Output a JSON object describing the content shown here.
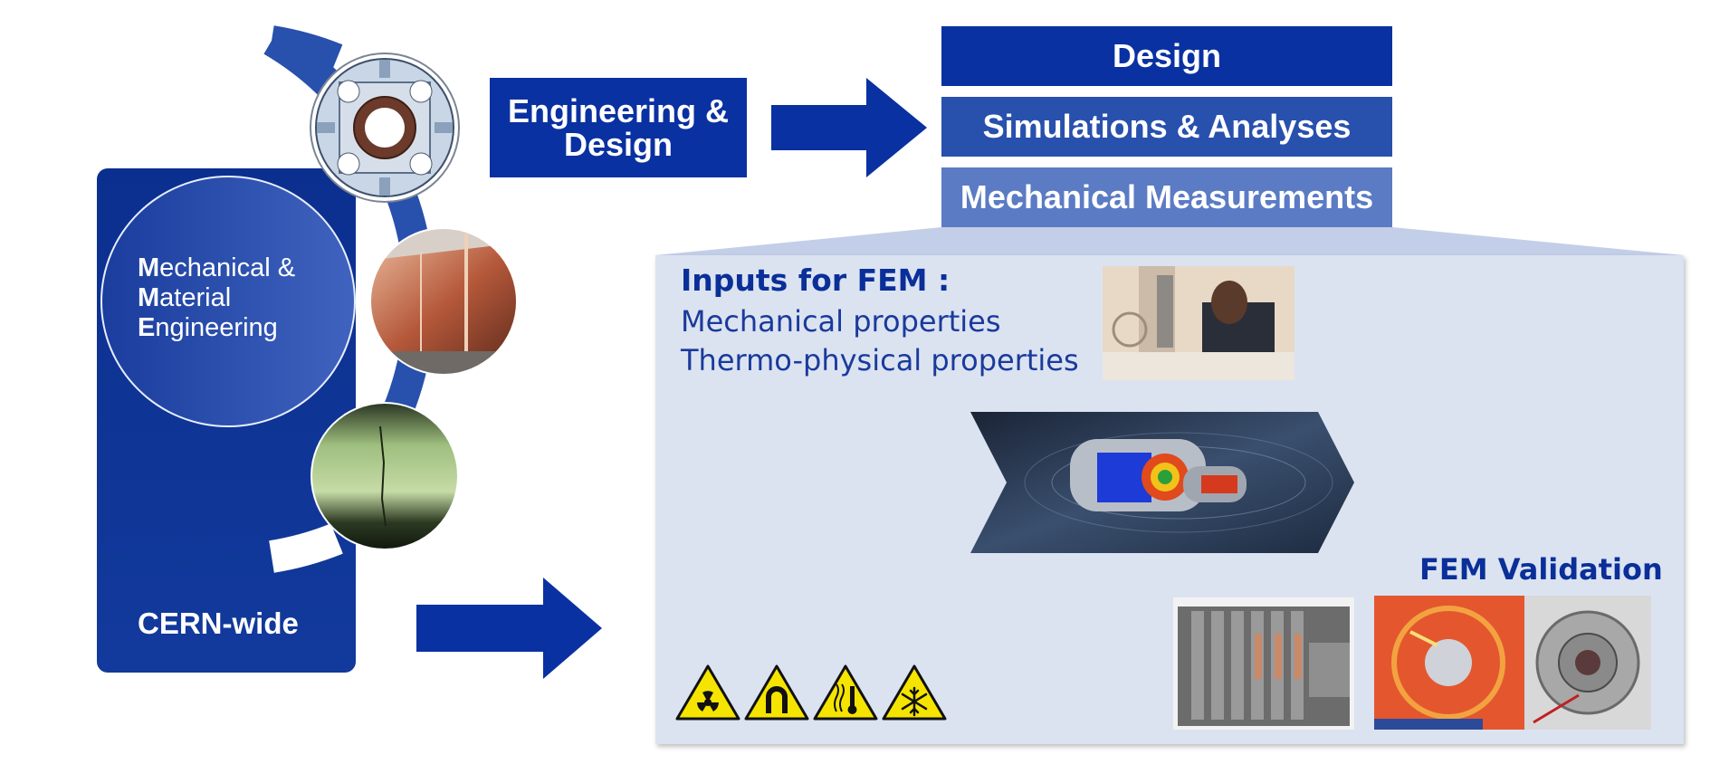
{
  "left_panel": {
    "circle_lines": [
      {
        "initial": "M",
        "rest": "echanical &"
      },
      {
        "initial": "M",
        "rest": "aterial"
      },
      {
        "initial": "E",
        "rest": "ngineering"
      }
    ],
    "footer": "CERN-wide"
  },
  "engineering_box": {
    "line1": "Engineering &",
    "line2": "Design"
  },
  "stack": {
    "design": "Design",
    "simulations": "Simulations & Analyses",
    "measurements": "Mechanical Measurements"
  },
  "main_panel": {
    "inputs_title": "Inputs for FEM :",
    "inputs_lines": [
      "Mechanical properties",
      "Thermo-physical properties"
    ],
    "fem_validation": "FEM Validation"
  },
  "hazard_icons": [
    "radiation-icon",
    "magnet-icon",
    "heat-icon",
    "cryogenic-icon"
  ],
  "colors": {
    "dark_blue": "#0a31a1",
    "mid_blue": "#2850ad",
    "light_blue": "#5b7bc4",
    "panel_bg": "#dbe3f1",
    "hazard_yellow": "#f5e400"
  }
}
